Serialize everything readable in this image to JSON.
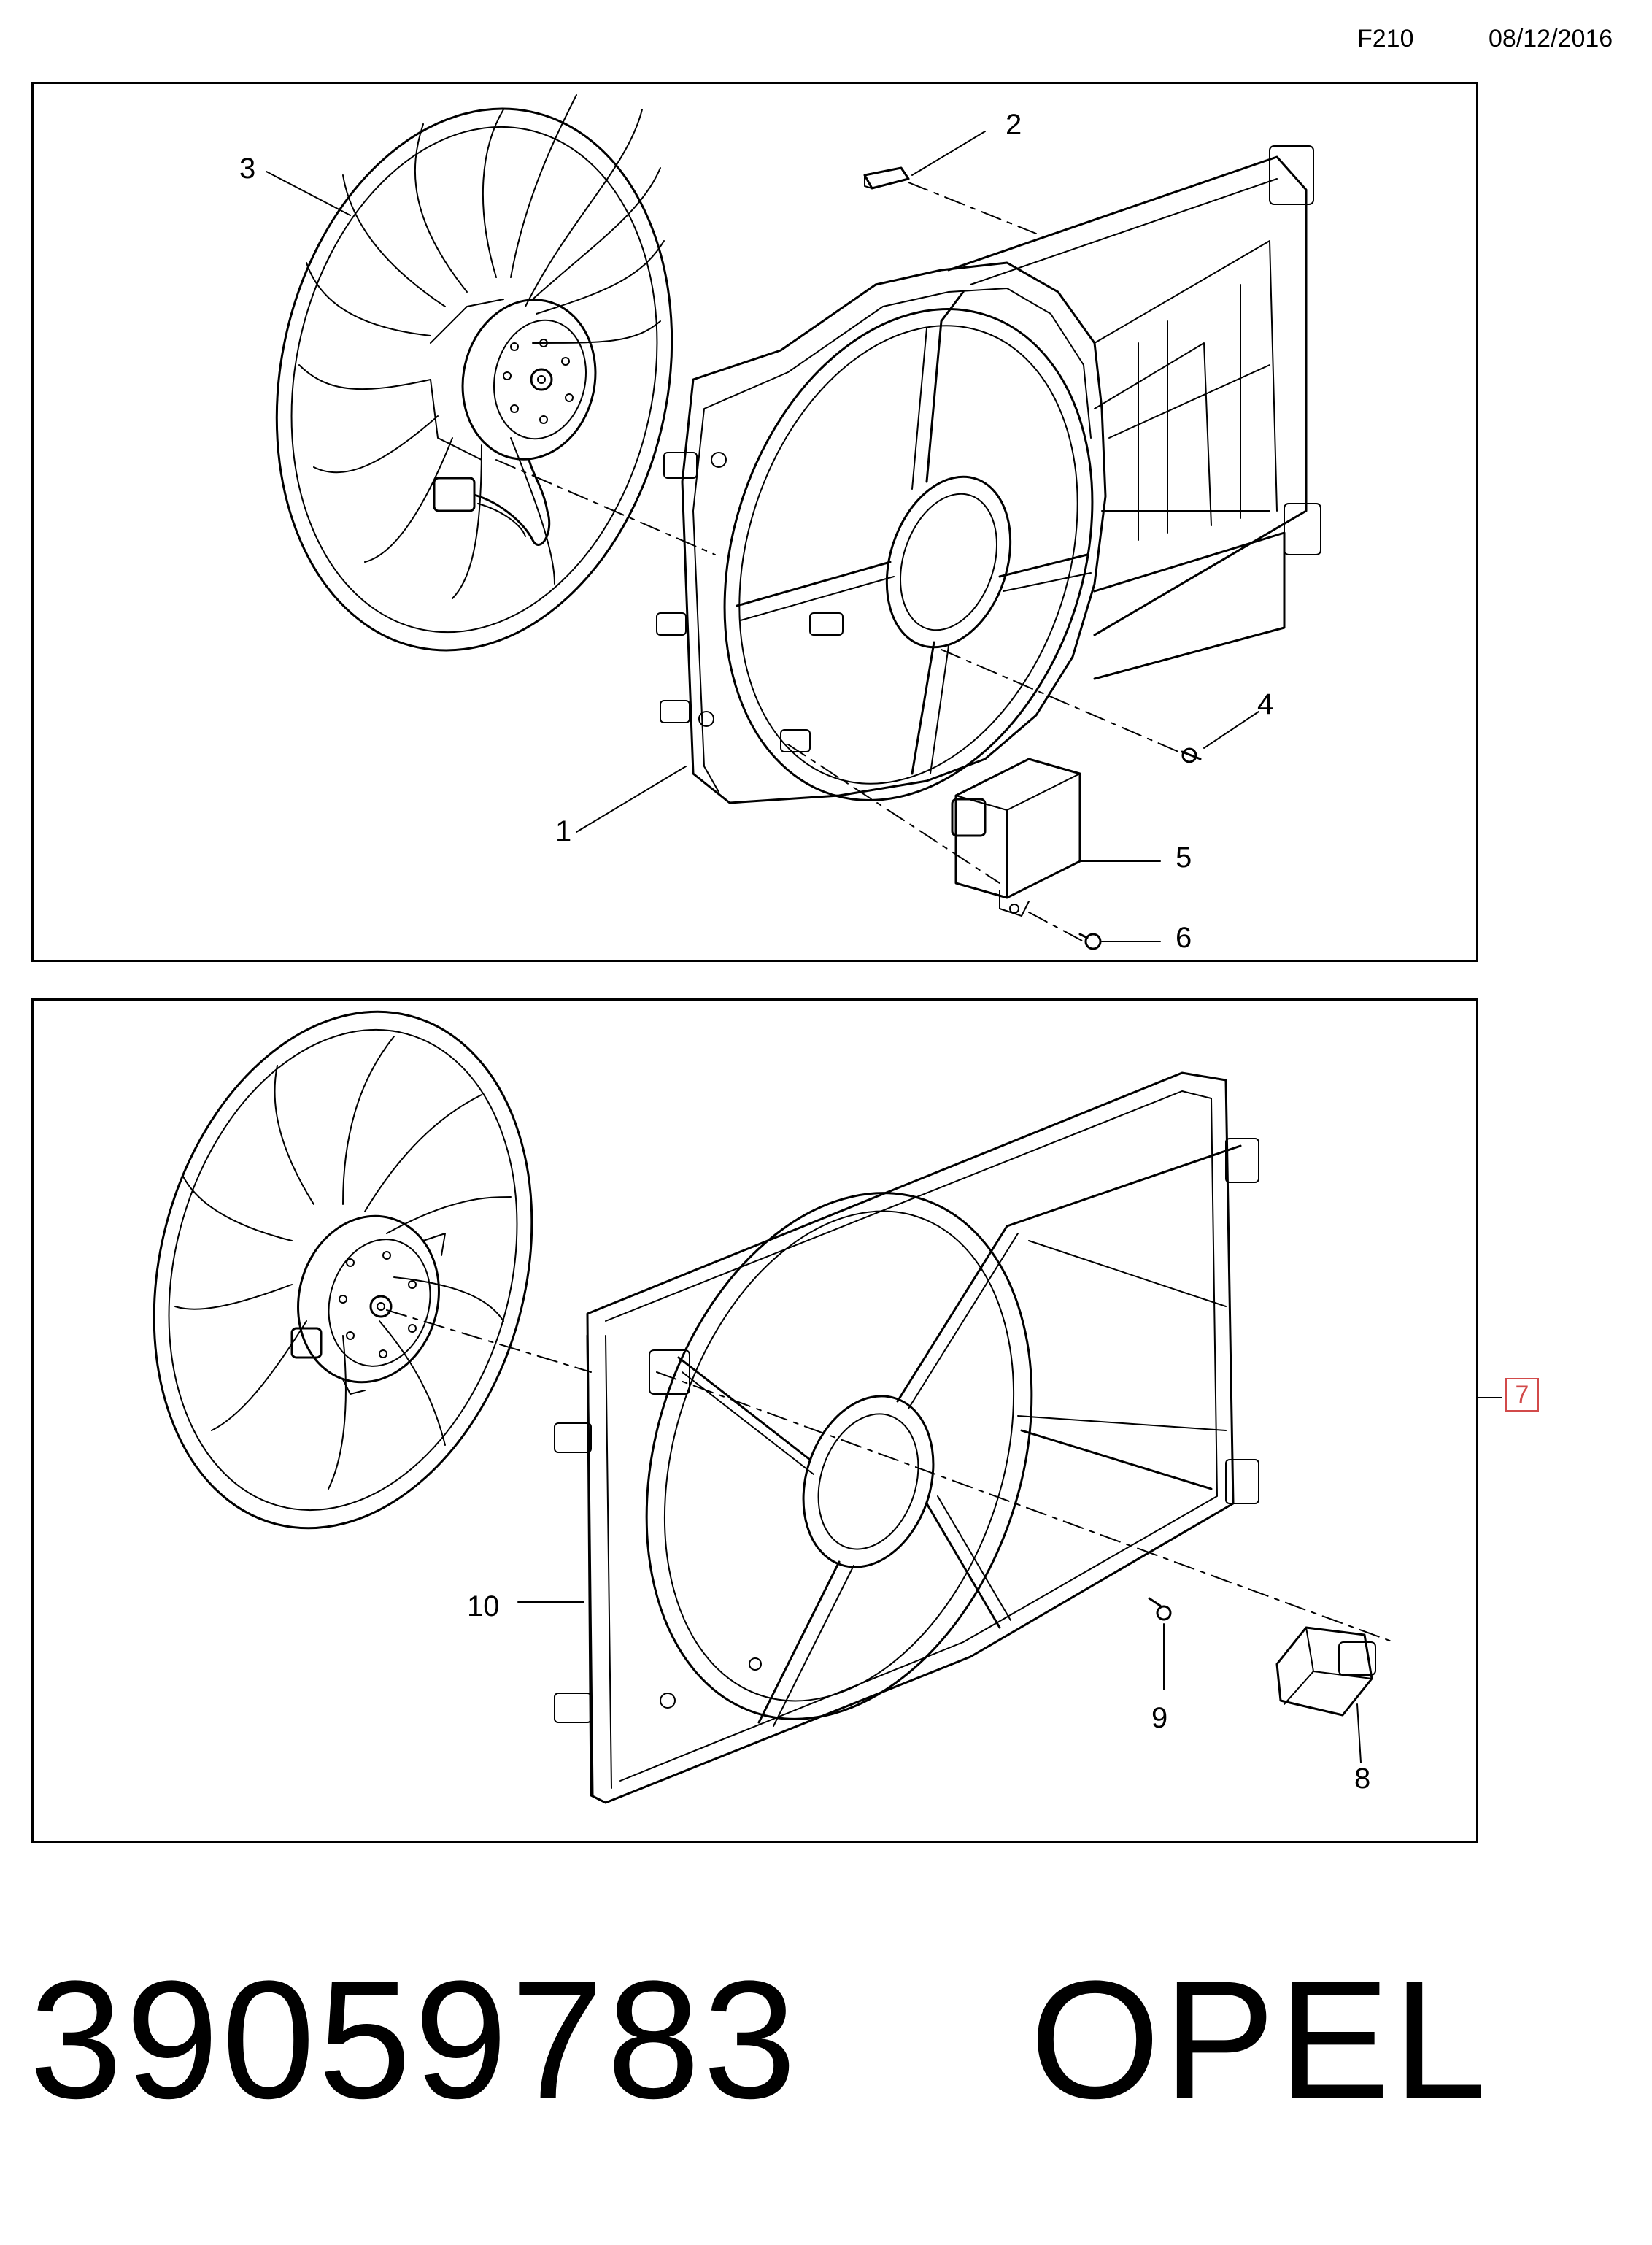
{
  "header": {
    "code": "F210",
    "date": "08/12/2016"
  },
  "top_panel": {
    "callouts": [
      "1",
      "2",
      "3",
      "4",
      "5",
      "6"
    ]
  },
  "bottom_panel": {
    "callouts": [
      "8",
      "9",
      "10"
    ],
    "group_ref": "7"
  },
  "footer": {
    "part_number": "39059783",
    "brand": "OPEL"
  }
}
